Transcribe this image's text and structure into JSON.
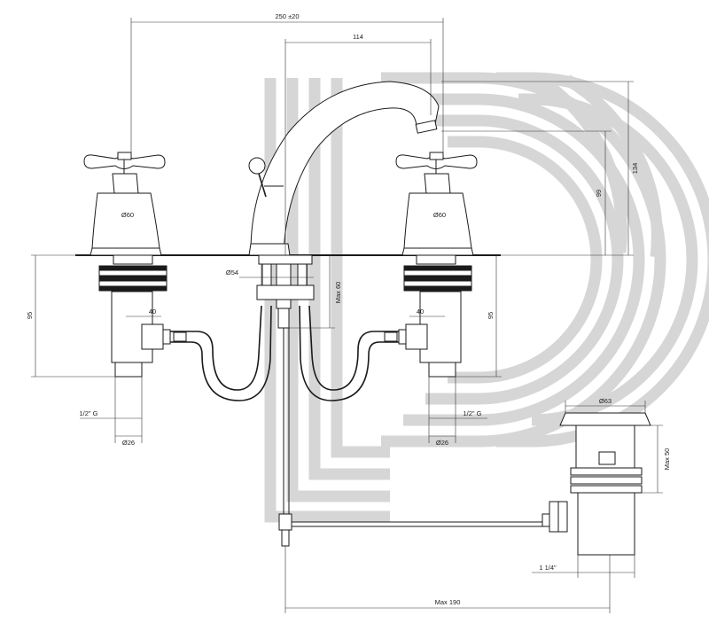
{
  "drawing": {
    "watermark": {
      "color": "#d6d6d6"
    },
    "line_color": "#1a1a1a",
    "dimensions": {
      "overall_width": "250 ±20",
      "spout_reach": "114",
      "spout_height": "134",
      "spout_to_deck": "99",
      "handle_base_left": "Ø60",
      "handle_base_right": "Ø60",
      "spout_base": "Ø54",
      "spout_shank": "Max 60",
      "valve_body_left": "95",
      "valve_body_right": "95",
      "connector_left": "40",
      "connector_right": "40",
      "thread_left": "1/2\" G",
      "thread_right": "1/2\" G",
      "shank_left": "Ø26",
      "shank_right": "Ø26",
      "waste_flange": "Ø63",
      "waste_height": "Max 50",
      "waste_thread": "1 1/4\"",
      "rod_length": "Max 190"
    }
  }
}
